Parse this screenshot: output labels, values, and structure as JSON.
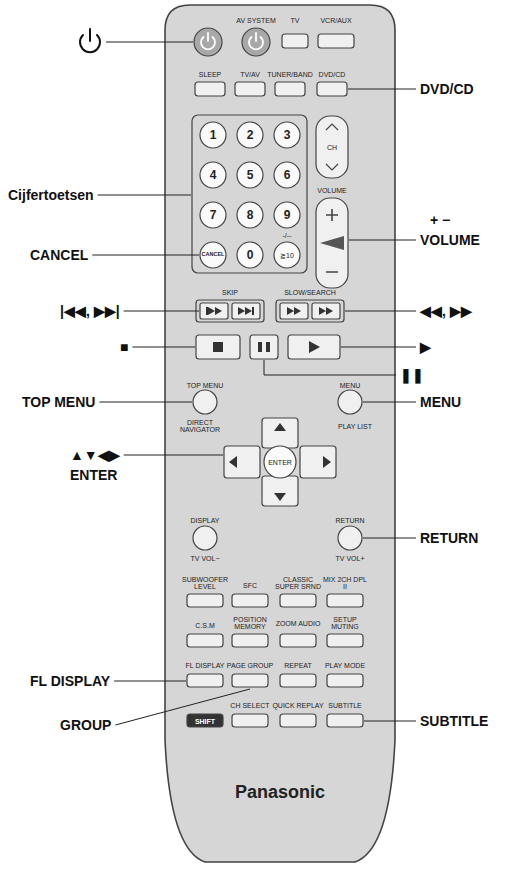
{
  "diagram": {
    "labels": [
      "AV SYSTEM",
      "TV",
      "VCR/AUX",
      "SLEEP",
      "TV/AV",
      "TUNER/BAND",
      "DVD/CD",
      "1",
      "2",
      "3",
      "4",
      "5",
      "6",
      "7",
      "8",
      "9",
      "-/--",
      "CANCEL",
      "0",
      "≧10",
      "CH",
      "VOLUME",
      "SKIP",
      "SLOW/SEARCH",
      "TOP MENU",
      "MENU",
      "DIRECT NAVIGATOR",
      "PLAY LIST",
      "ENTER",
      "DISPLAY",
      "TV VOL−",
      "RETURN",
      "TV VOL+",
      "SUBWOOFER LEVEL",
      "SFC",
      "CLASSIC SUPER SRND",
      "MIX 2CH DPL II",
      "C.S.M",
      "POSITION MEMORY",
      "ZOOM AUDIO",
      "SETUP MUTING",
      "FL DISPLAY",
      "PAGE GROUP",
      "REPEAT",
      "PLAY MODE",
      "SHIFT",
      "CH SELECT",
      "QUICK REPLAY",
      "SUBTITLE",
      "Panasonic",
      "Cijfertoetsen",
      "CANCEL",
      "|◀◀, ▶▶|",
      "■",
      "TOP MENU",
      "▲▼◀▶",
      "ENTER",
      "FL DISPLAY",
      "GROUP",
      "DVD/CD",
      "+ −",
      "VOLUME",
      "◀◀, ▶▶",
      "▶",
      "❚❚",
      "MENU",
      "RETURN",
      "SUBTITLE"
    ]
  }
}
